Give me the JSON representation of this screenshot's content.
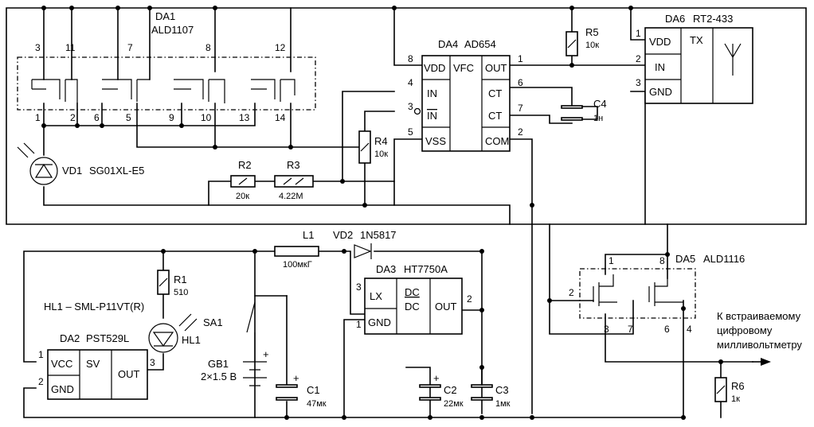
{
  "components": {
    "da1": {
      "ref": "DA1",
      "part": "ALD1107"
    },
    "da2": {
      "ref": "DA2",
      "part": "PST529L",
      "vcc": "VCC",
      "gnd": "GND",
      "sv": "SV",
      "out": "OUT"
    },
    "da3": {
      "ref": "DA3",
      "part": "HT7750A",
      "lx": "LX",
      "gnd": "GND",
      "dc1": "DC",
      "dc2": "DC",
      "out": "OUT"
    },
    "da4": {
      "ref": "DA4",
      "part": "AD654",
      "vdd": "VDD",
      "vfc": "VFC",
      "out": "OUT",
      "in": "IN",
      "inb": "IN",
      "ct1": "CT",
      "ct2": "CT",
      "vss": "VSS",
      "com": "COM"
    },
    "da5": {
      "ref": "DA5",
      "part": "ALD1116"
    },
    "da6": {
      "ref": "DA6",
      "part": "RT2-433",
      "vdd": "VDD",
      "tx": "TX",
      "in": "IN",
      "gnd": "GND"
    },
    "vd1": {
      "ref": "VD1",
      "part": "SG01XL-E5"
    },
    "vd2": {
      "ref": "VD2",
      "part": "1N5817"
    },
    "hl1": {
      "label": "HL1 – SML-P11VT(R)",
      "ref": "HL1"
    },
    "l1": {
      "ref": "L1",
      "value": "100мкГ"
    },
    "r1": {
      "ref": "R1",
      "value": "510"
    },
    "r2": {
      "ref": "R2",
      "value": "20к"
    },
    "r3": {
      "ref": "R3",
      "value": "4.22М"
    },
    "r4": {
      "ref": "R4",
      "value": "10к"
    },
    "r5": {
      "ref": "R5",
      "value": "10к"
    },
    "r6": {
      "ref": "R6",
      "value": "1к"
    },
    "c1": {
      "ref": "C1",
      "value": "47мк",
      "plus": "+"
    },
    "c2": {
      "ref": "C2",
      "value": "22мк",
      "plus": "+"
    },
    "c3": {
      "ref": "C3",
      "value": "1мк"
    },
    "c4": {
      "ref": "C4",
      "value": "1н"
    },
    "gb1": {
      "ref": "GB1",
      "value": "2×1.5 В",
      "plus": "+"
    },
    "sa1": {
      "ref": "SA1"
    }
  },
  "pins": {
    "da1": [
      "3",
      "11",
      "7",
      "8",
      "12",
      "1",
      "2",
      "6",
      "5",
      "9",
      "10",
      "13",
      "14"
    ],
    "da2": [
      "1",
      "2",
      "3"
    ],
    "da3": [
      "3",
      "1",
      "2"
    ],
    "da4": [
      "8",
      "4",
      "3",
      "5",
      "1",
      "6",
      "7",
      "2"
    ],
    "da5": [
      "1",
      "8",
      "2",
      "3",
      "7",
      "6",
      "4"
    ],
    "da6": [
      "1",
      "2",
      "3"
    ]
  },
  "annotation": {
    "line1": "К встраиваемому",
    "line2": "цифровому",
    "line3": "милливольтметру"
  }
}
